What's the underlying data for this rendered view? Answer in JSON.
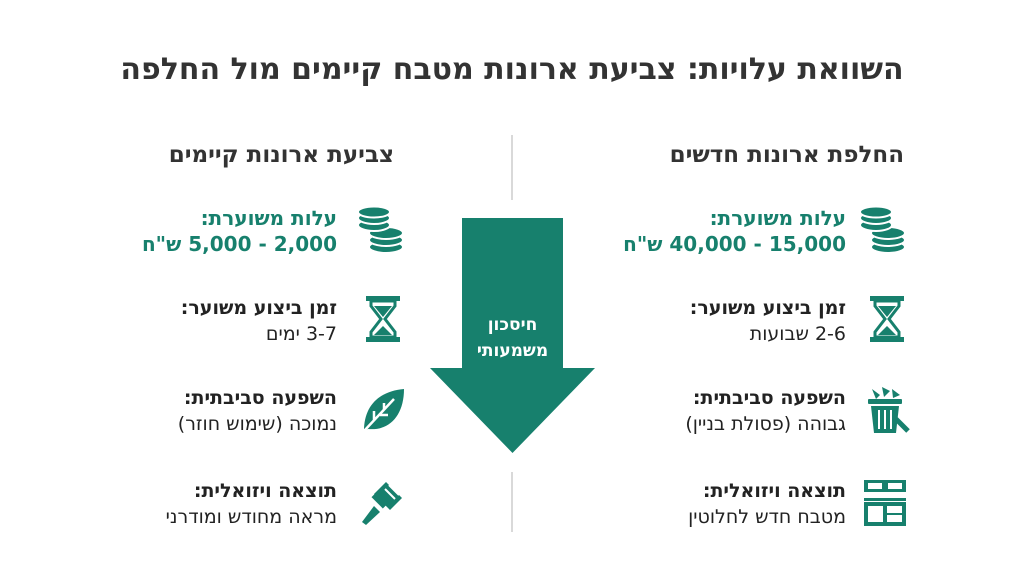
{
  "title": "השוואת עלויות: צביעת ארונות מטבח קיימים מול החלפה",
  "right_column": {
    "heading": "החלפת ארונות חדשים",
    "items": [
      {
        "label": "עלות משוערת:",
        "value": "15,000 - 40,000 ש\"ח",
        "icon": "coins-icon"
      },
      {
        "label": "זמן ביצוע משוער:",
        "value": "2-6 שבועות",
        "icon": "hourglass-icon"
      },
      {
        "label": "השפעה סביבתית:",
        "value": "גבוהה (פסולת בניין)",
        "icon": "trash-bin-icon"
      },
      {
        "label": "תוצאה ויזואלית:",
        "value": "מטבח חדש לחלוטין",
        "icon": "kitchen-icon"
      }
    ]
  },
  "left_column": {
    "heading": "צביעת ארונות קיימים",
    "items": [
      {
        "label": "עלות משוערת:",
        "value": "2,000 - 5,000 ש\"ח",
        "icon": "coins-icon"
      },
      {
        "label": "זמן ביצוע משוער:",
        "value": "3-7 ימים",
        "icon": "hourglass-icon"
      },
      {
        "label": "השפעה סביבתית:",
        "value": "נמוכה (שימוש חוזר)",
        "icon": "leaf-icon"
      },
      {
        "label": "תוצאה ויזואלית:",
        "value": "מראה מחודש ומודרני",
        "icon": "paintbrush-icon"
      }
    ]
  },
  "arrow": {
    "line1": "חיסכון",
    "line2": "משמעותי"
  },
  "colors": {
    "accent": "#17806d",
    "text": "#2b2b2b",
    "divider": "#d9d9d9"
  }
}
